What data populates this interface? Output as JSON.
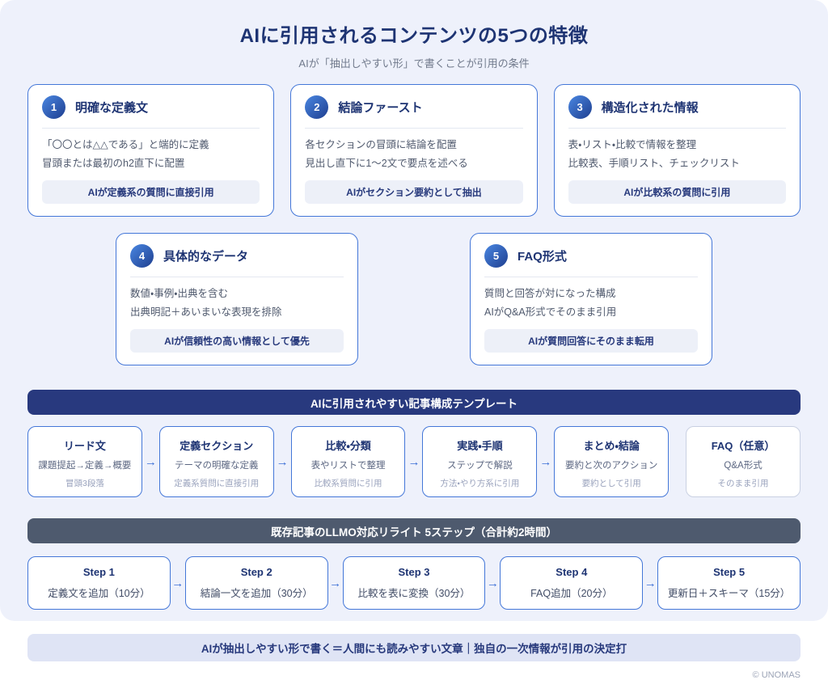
{
  "header": {
    "title": "AIに引用されるコンテンツの5つの特徴",
    "subtitle": "AIが「抽出しやすい形」で書くことが引用の条件"
  },
  "features": [
    {
      "num": "1",
      "title": "明確な定義文",
      "line1": "「〇〇とは△△である」と端的に定義",
      "line2": "冒頭または最初のh2直下に配置",
      "badge": "AIが定義系の質問に直接引用"
    },
    {
      "num": "2",
      "title": "結論ファースト",
      "line1": "各セクションの冒頭に結論を配置",
      "line2": "見出し直下に1〜2文で要点を述べる",
      "badge": "AIがセクション要約として抽出"
    },
    {
      "num": "3",
      "title": "構造化された情報",
      "line1": "表・リスト・比較で情報を整理",
      "line2": "比較表、手順リスト、チェックリスト",
      "badge": "AIが比較系の質問に引用"
    },
    {
      "num": "4",
      "title": "具体的なデータ",
      "line1": "数値・事例・出典を含む",
      "line2": "出典明記＋あいまいな表現を排除",
      "badge": "AIが信頼性の高い情報として優先"
    },
    {
      "num": "5",
      "title": "FAQ形式",
      "line1": "質問と回答が対になった構成",
      "line2": "AIがQ&A形式でそのまま引用",
      "badge": "AIが質問回答にそのまま転用"
    }
  ],
  "template_section": {
    "banner": "AIに引用されやすい記事構成テンプレート",
    "arrow": "→",
    "items": [
      {
        "title": "リード文",
        "line1": "課題提起→定義→概要",
        "line2": "冒頭3段落"
      },
      {
        "title": "定義セクション",
        "line1": "テーマの明確な定義",
        "line2": "定義系質問に直接引用"
      },
      {
        "title": "比較・分類",
        "line1": "表やリストで整理",
        "line2": "比較系質問に引用"
      },
      {
        "title": "実践・手順",
        "line1": "ステップで解説",
        "line2": "方法・やり方系に引用"
      },
      {
        "title": "まとめ・結論",
        "line1": "要約と次のアクション",
        "line2": "要約として引用"
      },
      {
        "title": "FAQ（任意）",
        "line1": "Q&A形式",
        "line2": "そのまま引用"
      }
    ]
  },
  "rewrite_section": {
    "banner": "既存記事のLLMO対応リライト 5ステップ（合計約2時間）",
    "arrow": "→",
    "steps": [
      {
        "title": "Step 1",
        "desc": "定義文を追加（10分）"
      },
      {
        "title": "Step 2",
        "desc": "結論一文を追加（30分）"
      },
      {
        "title": "Step 3",
        "desc": "比較を表に変換（30分）"
      },
      {
        "title": "Step 4",
        "desc": "FAQ追加（20分）"
      },
      {
        "title": "Step 5",
        "desc": "更新日＋スキーマ（15分）"
      }
    ]
  },
  "footer": {
    "summary": "AIが抽出しやすい形で書く＝人間にも読みやすい文章｜独自の一次情報が引用の決定打",
    "credit": "© UNOMAS"
  },
  "colors": {
    "background": "#eef1fb",
    "card_border": "#4477d8",
    "navy_text": "#1e3473",
    "banner_navy": "#28397e",
    "banner_slate": "#4e5a6e",
    "badge_gradient_start": "#4a87e2",
    "badge_gradient_end": "#1e3e8f",
    "bottom_banner_bg": "#dfe4f5"
  }
}
